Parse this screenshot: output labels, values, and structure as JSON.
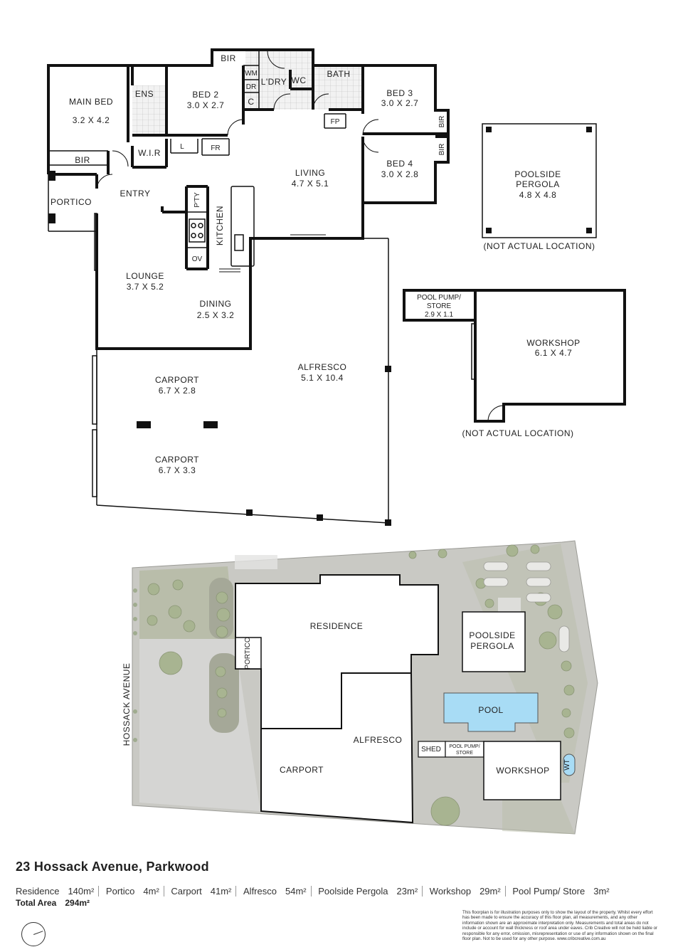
{
  "floor_plan": {
    "rooms": {
      "main_bed": {
        "name": "MAIN BED",
        "dims": "3.2 X 4.2"
      },
      "ens": {
        "name": "ENS"
      },
      "bir_main": {
        "name": "BIR"
      },
      "wir": {
        "name": "W.I.R"
      },
      "bed2": {
        "name": "BED 2",
        "dims": "3.0 X 2.7"
      },
      "bir_top": {
        "name": "BIR"
      },
      "wm": {
        "name": "WM"
      },
      "dr": {
        "name": "DR"
      },
      "c": {
        "name": "C"
      },
      "laundry": {
        "name": "L'DRY"
      },
      "wc": {
        "name": "WC"
      },
      "bath": {
        "name": "BATH"
      },
      "fp": {
        "name": "FP"
      },
      "bed3": {
        "name": "BED 3",
        "dims": "3.0 X 2.7"
      },
      "bir_bed3": {
        "name": "BIR"
      },
      "bed4": {
        "name": "BED 4",
        "dims": "3.0 X 2.8"
      },
      "bir_bed4": {
        "name": "BIR"
      },
      "l": {
        "name": "L"
      },
      "fr": {
        "name": "FR"
      },
      "living": {
        "name": "LIVING",
        "dims": "4.7 X 5.1"
      },
      "portico": {
        "name": "PORTICO"
      },
      "entry": {
        "name": "ENTRY"
      },
      "pantry": {
        "name": "P'TY"
      },
      "kitchen": {
        "name": "KITCHEN"
      },
      "oven": {
        "name": "OV"
      },
      "lounge": {
        "name": "LOUNGE",
        "dims": "3.7 X 5.2"
      },
      "dining": {
        "name": "DINING",
        "dims": "2.5 X 3.2"
      },
      "alfresco": {
        "name": "ALFRESCO",
        "dims": "5.1 X 10.4"
      },
      "carport1": {
        "name": "CARPORT",
        "dims": "6.7 X 2.8"
      },
      "carport2": {
        "name": "CARPORT",
        "dims": "6.7 X 3.3"
      },
      "pergola": {
        "name": "POOLSIDE",
        "name2": "PERGOLA",
        "dims": "4.8 X 4.8",
        "note": "(NOT ACTUAL LOCATION)"
      },
      "pool_pump": {
        "name": "POOL PUMP/",
        "name2": "STORE",
        "dims": "2.9 X 1.1"
      },
      "workshop": {
        "name": "WORKSHOP",
        "dims": "6.1 X 4.7",
        "note": "(NOT ACTUAL LOCATION)"
      }
    }
  },
  "site_plan": {
    "street": "HOSSACK AVENUE",
    "labels": {
      "residence": "RESIDENCE",
      "portico": "PORTICO",
      "alfresco": "ALFRESCO",
      "carport": "CARPORT",
      "pergola": "POOLSIDE",
      "pergola2": "PERGOLA",
      "pool": "POOL",
      "shed": "SHED",
      "pump": "POOL PUMP/",
      "pump2": "STORE",
      "workshop": "WORKSHOP",
      "wt": "WT"
    },
    "colors": {
      "pool": "#a8dcf5",
      "garden": "#c9c9c4",
      "lawn": "#b9bdaa",
      "plant": "#a8b491",
      "path": "#e4e4e2"
    }
  },
  "footer": {
    "address": "23 Hossack Avenue, Parkwood",
    "areas": [
      {
        "label": "Residence",
        "value": "140m²"
      },
      {
        "label": "Portico",
        "value": "4m²"
      },
      {
        "label": "Carport",
        "value": "41m²"
      },
      {
        "label": "Alfresco",
        "value": "54m²"
      },
      {
        "label": "Poolside Pergola",
        "value": "23m²"
      },
      {
        "label": "Workshop",
        "value": "29m²"
      },
      {
        "label": "Pool Pump/ Store",
        "value": "3m²"
      }
    ],
    "total_label": "Total Area",
    "total_value": "294m²",
    "disclaimer": "This floorplan is for illustration purposes only to show the layout of the property. Whilst every effort has been made to ensure the accuracy of this floor plan, all measurements, and any other information shown are an approximate interpretation only. Measurements and total areas do not include or account for wall thickness or roof area under eaves. Crib Creative will not be held liable or responsible for any error, omission, misrepresentation or use of any information shown on the final floor plan. Not to be used for any other purpose. www.cribcreative.com.au"
  }
}
